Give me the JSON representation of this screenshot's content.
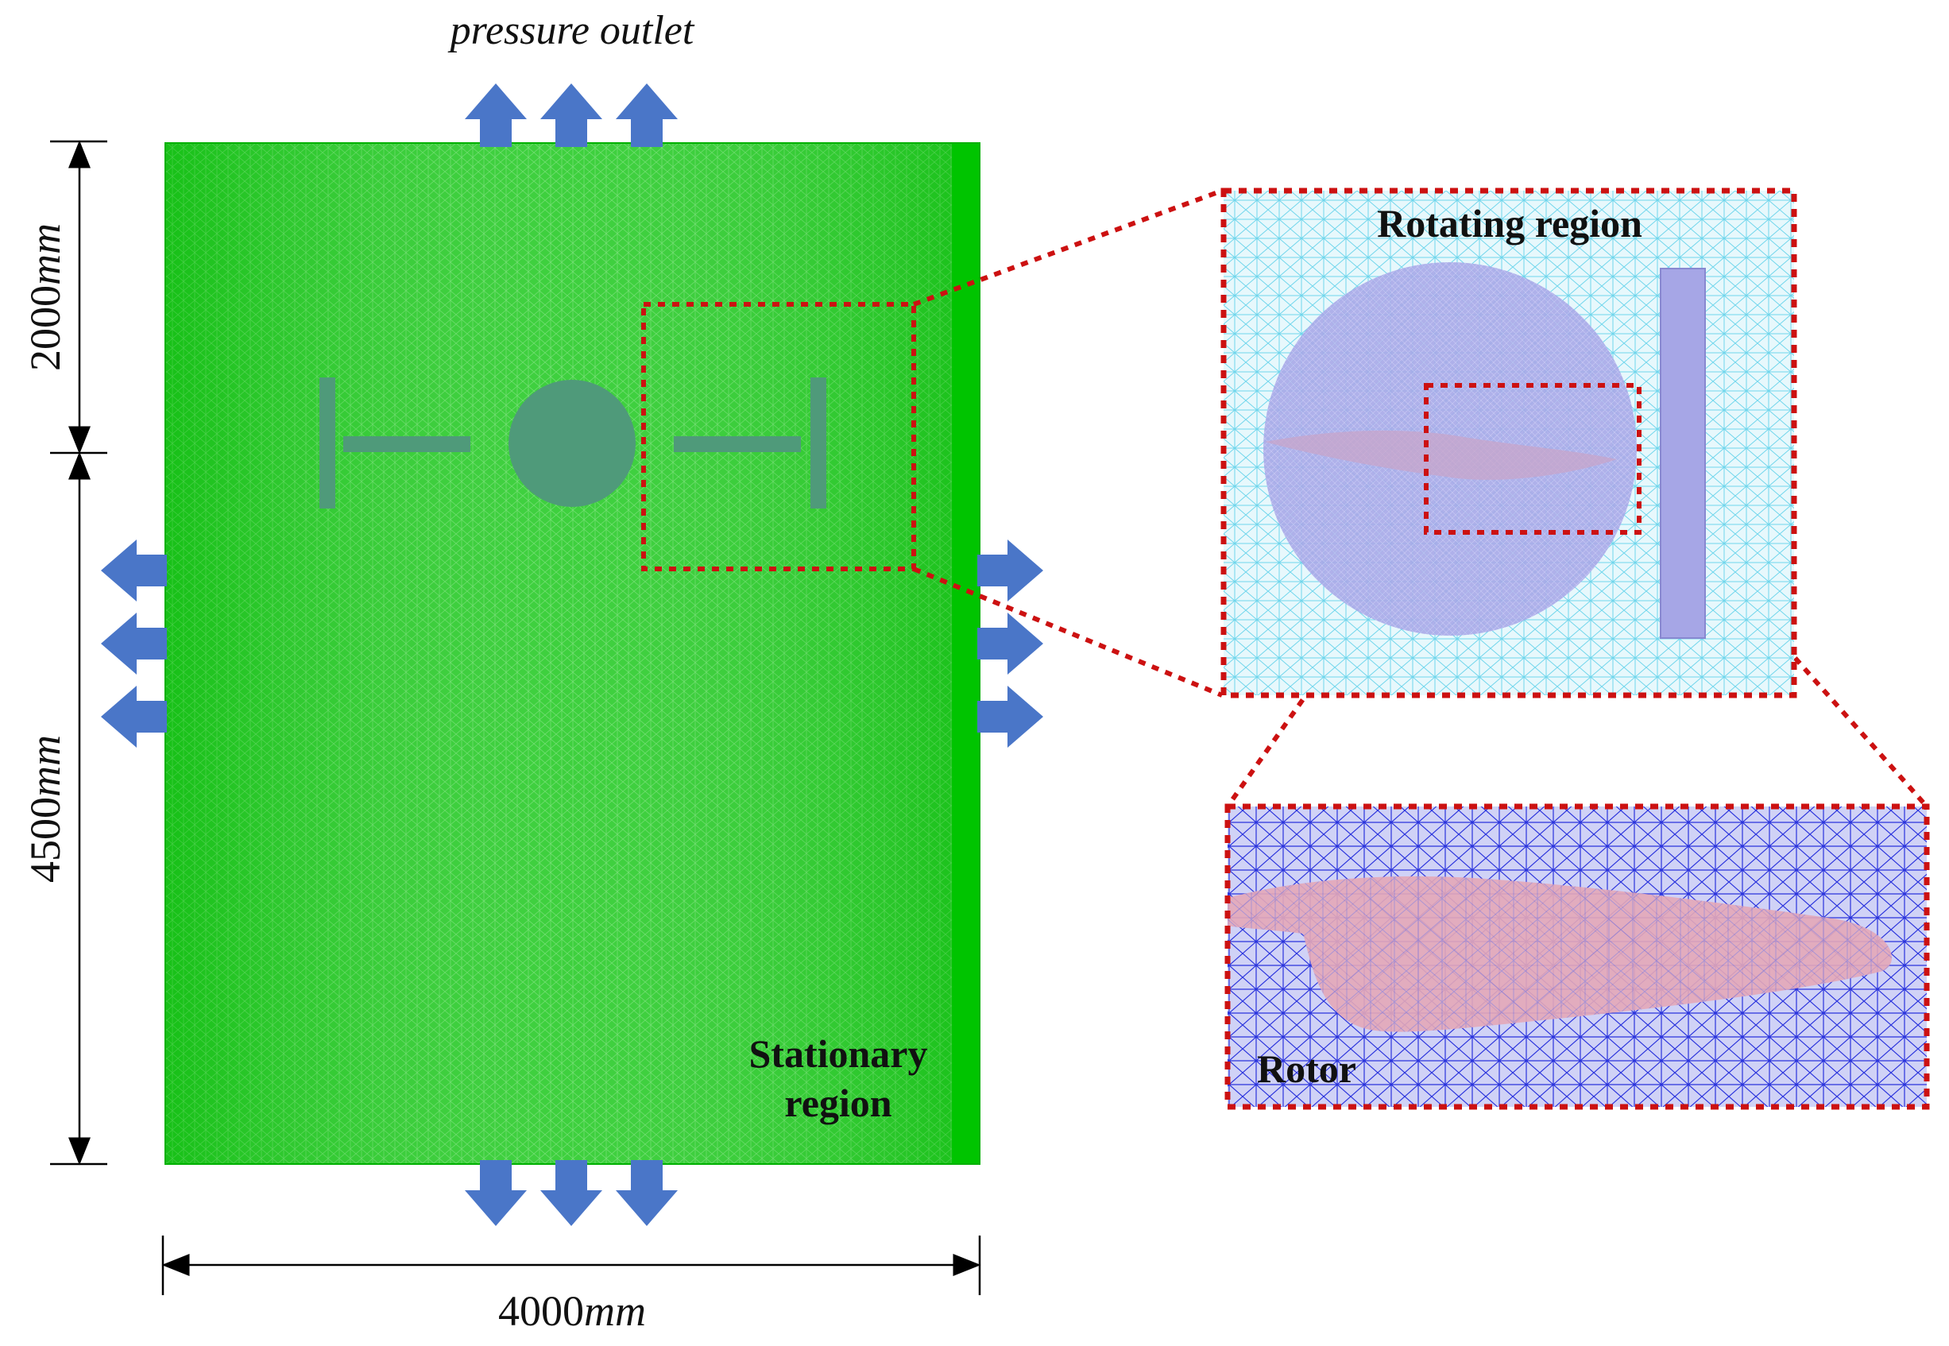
{
  "labels": {
    "pressure_outlet": "pressure outlet",
    "dim_top": {
      "number": "2000",
      "unit": "mm"
    },
    "dim_middle": {
      "number": "4500",
      "unit": "mm"
    },
    "dim_bottom": {
      "number": "4000",
      "unit": "mm"
    },
    "stationary_line1": "Stationary",
    "stationary_line2": "region",
    "rotating_region": "Rotating region",
    "rotor": "Rotor"
  },
  "colors": {
    "stationary_mesh": "#1fc81f",
    "stationary_edge": "#00c000",
    "arrow": "#4a76c8",
    "zoom_box": "#cc1111",
    "rotating_mesh": "#aee4f2",
    "rotating_circle": "#a6a6e6",
    "rotor_mesh_bg": "#c8ccf4",
    "rotor_mesh_lines": "#2a33dd",
    "rotor_blade": "#e2a4b6",
    "turbine_shape": "#4f9a7a"
  }
}
